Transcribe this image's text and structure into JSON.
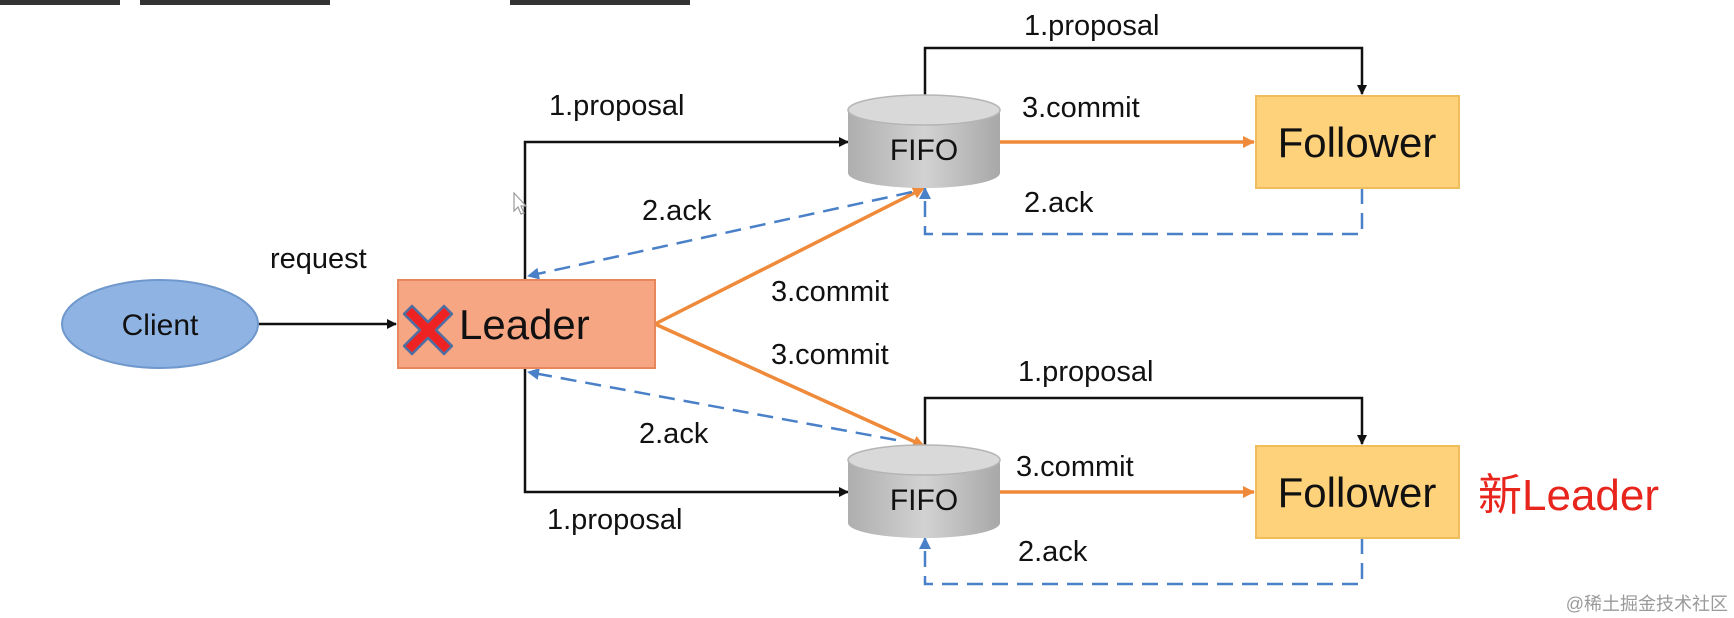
{
  "header": {
    "cropped_title": ""
  },
  "nodes": {
    "client": "Client",
    "leader": "Leader",
    "queue_top": "FIFO",
    "queue_bottom": "FIFO",
    "follower_top": "Follower",
    "follower_bottom": "Follower",
    "new_leader": "新Leader"
  },
  "edges": {
    "request": "request",
    "proposal_leader_top": "1.proposal",
    "proposal_leader_bottom": "1.proposal",
    "proposal_fifo_top": "1.proposal",
    "proposal_fifo_bottom": "1.proposal",
    "commit_leader_top": "3.commit",
    "commit_leader_bottom": "3.commit",
    "commit_fifo_top": "3.commit",
    "commit_fifo_bottom": "3.commit",
    "ack_top_leader": "2.ack",
    "ack_bottom_leader": "2.ack",
    "ack_follower_top": "2.ack",
    "ack_follower_bottom": "2.ack"
  },
  "watermark": "@稀土掘金技术社区",
  "colors": {
    "client_fill": "#8fb4e3",
    "leader_fill": "#f7a684",
    "follower_fill": "#fdd27a",
    "fifo_fill": "#bfbfbf",
    "proposal_line": "#111111",
    "commit_line": "#ef8a3a",
    "ack_line": "#4a80c8",
    "failure_mark": "#ee2222",
    "new_leader_text": "#e8251d"
  }
}
